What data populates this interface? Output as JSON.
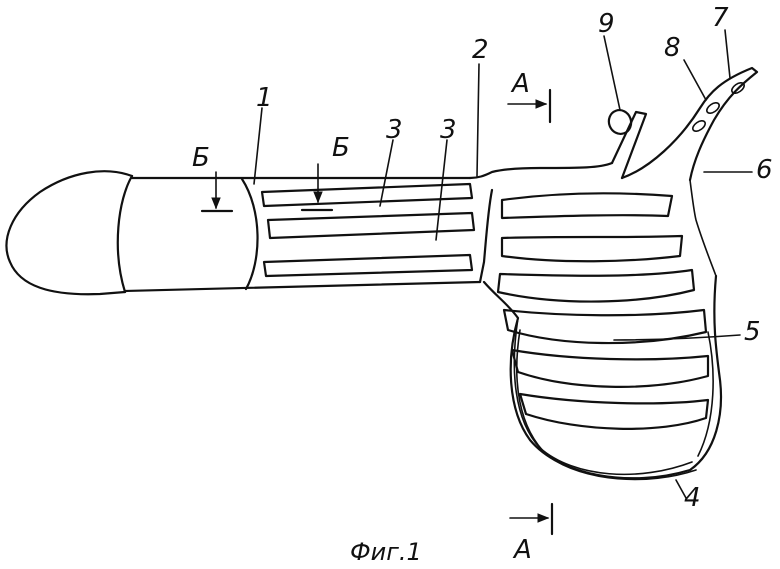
{
  "labels": {
    "l1": "1",
    "l2": "2",
    "l3a": "3",
    "l3b": "3",
    "l4": "4",
    "l5": "5",
    "l6": "6",
    "l7": "7",
    "l8": "8",
    "l9": "9"
  },
  "sections": {
    "a_top": "A",
    "a_bottom": "A",
    "b_left": "Б",
    "b_right": "Б"
  },
  "caption": "Фиг.1"
}
